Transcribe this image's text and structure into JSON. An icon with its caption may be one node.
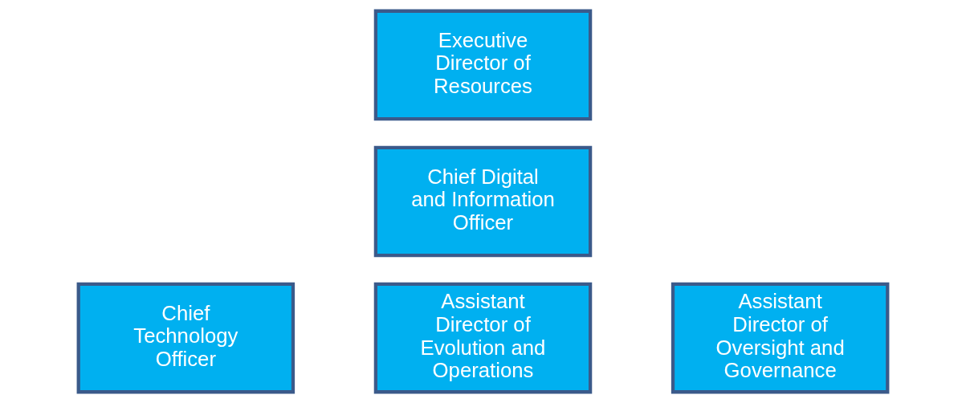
{
  "diagram": {
    "nodes": [
      {
        "text": [
          "Executive Director of Resources"
        ]
      },
      {
        "text": [
          "Chief Digital and Information Officer"
        ]
      },
      {
        "text": [
          "Chief Technology Officer"
        ]
      },
      {
        "text": [
          "Assistant Director of Evolution and Operations"
        ]
      },
      {
        "text": [
          "Assistant Director of Oversight and Governance"
        ]
      }
    ],
    "edges": []
  }
}
